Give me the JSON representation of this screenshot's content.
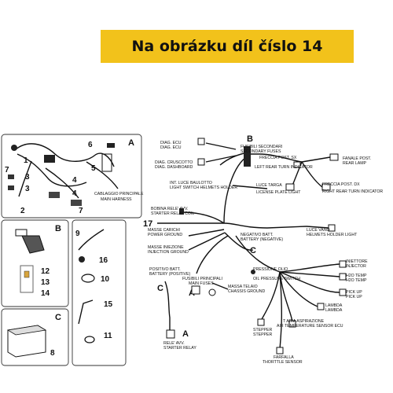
{
  "banner": {
    "text": "Na obrázku díl číslo 14"
  },
  "panels": {
    "A": {
      "letter": "A",
      "harness_label_1": "CABLAGGIO PRINCIPALE",
      "harness_label_2": "MAIN HARNESS",
      "parts": [
        "1",
        "2",
        "3",
        "4",
        "5",
        "6",
        "7"
      ]
    },
    "B": {
      "letter": "B",
      "parts": [
        "12",
        "13",
        "14"
      ]
    },
    "C": {
      "letter": "C",
      "parts": [
        "8"
      ]
    },
    "D": {
      "parts": [
        "9",
        "10",
        "11",
        "15",
        "16"
      ]
    }
  },
  "schematic": {
    "markers": {
      "B": "B",
      "A1": "A",
      "A2": "A",
      "C1": "C",
      "C2": "C",
      "n17": "17"
    },
    "labels": [
      {
        "id": "diag-ecu",
        "l1": "DIAG. ECU",
        "l2": "DIAG. ECU"
      },
      {
        "id": "diag-dashboard",
        "l1": "DIAG. CRUSCOTTO",
        "l2": "DIAG. DASHBOARD"
      },
      {
        "id": "secondary-fuses",
        "l1": "FUSIBILI SECONDARI",
        "l2": "SECONDARY FUSES"
      },
      {
        "id": "freccia-sx",
        "l1": "FRECCIA POST. SX",
        "l2": "LEFT REAR TURN INDICATOR"
      },
      {
        "id": "fanale-post",
        "l1": "FANALE POST.",
        "l2": "REAR LAMP"
      },
      {
        "id": "luce-baulotto",
        "l1": "INT. LUCE BAULOTTO",
        "l2": "LIGHT SWITCH HELMETS HOLDER"
      },
      {
        "id": "luce-targa",
        "l1": "LUCE TARGA",
        "l2": "LICENSE PLATE LIGHT"
      },
      {
        "id": "freccia-dx",
        "l1": "FRECCIA POST. DX",
        "l2": "RIGHT REAR TURN INDICATOR"
      },
      {
        "id": "bobina-rele",
        "l1": "BOBINA RELE' AVV.",
        "l2": "STARTER RELAY COIL"
      },
      {
        "id": "luce-vano",
        "l1": "LUCE VANO",
        "l2": "HELMETS HOLDER LIGHT"
      },
      {
        "id": "masse-carichi",
        "l1": "MASSE CARICHI",
        "l2": "POWER GROUND"
      },
      {
        "id": "negativo-batt",
        "l1": "NEGATIVO BATT.",
        "l2": "BATTERY (NEGATIVE)"
      },
      {
        "id": "masse-iniezione",
        "l1": "MASSE INIEZIONE",
        "l2": "INJECTION GROUND"
      },
      {
        "id": "iniettore",
        "l1": "INIETTORE",
        "l2": "INJECTOR"
      },
      {
        "id": "positivo-batt",
        "l1": "POSITIVO BATT.",
        "l2": "BATTERY (POSITIVE)"
      },
      {
        "id": "fusibili-principali",
        "l1": "FUSIBILI PRINCIPALI",
        "l2": "MAIN FUSES"
      },
      {
        "id": "pressione-olio",
        "l1": "PRESSIONE OLIO",
        "l2": "OIL PRESSURE SWITCH"
      },
      {
        "id": "h2o-temp",
        "l1": "H2O TEMP",
        "l2": "H2O TEMP"
      },
      {
        "id": "massa-telaio",
        "l1": "MASSA TELAIO",
        "l2": "CHASSIS GROUND"
      },
      {
        "id": "pick-up",
        "l1": "PICK UP",
        "l2": "PICK UP"
      },
      {
        "id": "lambda",
        "l1": "LAMBDA",
        "l2": "LAMBDA"
      },
      {
        "id": "stepper",
        "l1": "STEPPER",
        "l2": "STEPPER"
      },
      {
        "id": "t-aria",
        "l1": "T ARIA ASPIRAZIONE",
        "l2": "AIR TEMPERATURE SENSOR ECU"
      },
      {
        "id": "rele-avv",
        "l1": "RELE' AVV.",
        "l2": "STARTER RELAY"
      },
      {
        "id": "farfalla",
        "l1": "FARFALLA",
        "l2": "THORTTLE SENSOR"
      }
    ]
  },
  "colors": {
    "banner": "#f2c21b",
    "line": "#111111"
  }
}
